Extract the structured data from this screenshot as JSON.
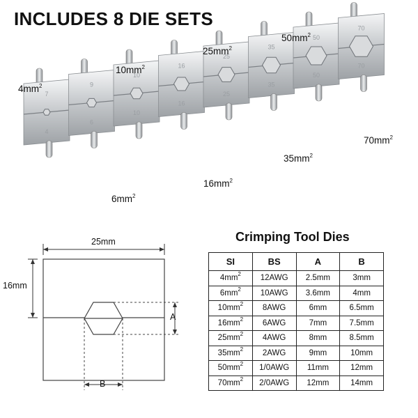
{
  "headline": "INCLUDES 8 DIE SETS",
  "die_labels": {
    "4": {
      "value": "4mm",
      "unit_sup": "2"
    },
    "6": {
      "value": "6mm",
      "unit_sup": "2"
    },
    "10": {
      "value": "10mm",
      "unit_sup": "2"
    },
    "16": {
      "value": "16mm",
      "unit_sup": "2"
    },
    "25": {
      "value": "25mm",
      "unit_sup": "2"
    },
    "35": {
      "value": "35mm",
      "unit_sup": "2"
    },
    "50": {
      "value": "50mm",
      "unit_sup": "2"
    },
    "70": {
      "value": "70mm",
      "unit_sup": "2"
    }
  },
  "die_engravings": {
    "top": [
      "7",
      "9",
      "10",
      "16",
      "25",
      "35",
      "50",
      "70"
    ],
    "bottom": [
      "4",
      "6",
      "10",
      "16",
      "25",
      "35",
      "50",
      "70"
    ]
  },
  "diagram": {
    "width_label": "25mm",
    "height_label": "16mm",
    "a_label": "A",
    "b_label": "B"
  },
  "table": {
    "title": "Crimping Tool Dies",
    "headers": [
      "SI",
      "BS",
      "A",
      "B"
    ],
    "rows": [
      {
        "si": "4mm",
        "si_sup": "2",
        "bs": "12AWG",
        "a": "2.5mm",
        "b": "3mm"
      },
      {
        "si": "6mm",
        "si_sup": "2",
        "bs": "10AWG",
        "a": "3.6mm",
        "b": "4mm"
      },
      {
        "si": "10mm",
        "si_sup": "2",
        "bs": "8AWG",
        "a": "6mm",
        "b": "6.5mm"
      },
      {
        "si": "16mm",
        "si_sup": "2",
        "bs": "6AWG",
        "a": "7mm",
        "b": "7.5mm"
      },
      {
        "si": "25mm",
        "si_sup": "2",
        "bs": "4AWG",
        "a": "8mm",
        "b": "8.5mm"
      },
      {
        "si": "35mm",
        "si_sup": "2",
        "bs": "2AWG",
        "a": "9mm",
        "b": "10mm"
      },
      {
        "si": "50mm",
        "si_sup": "2",
        "bs": "1/0AWG",
        "a": "11mm",
        "b": "12mm"
      },
      {
        "si": "70mm",
        "si_sup": "2",
        "bs": "2/0AWG",
        "a": "12mm",
        "b": "14mm"
      }
    ]
  }
}
